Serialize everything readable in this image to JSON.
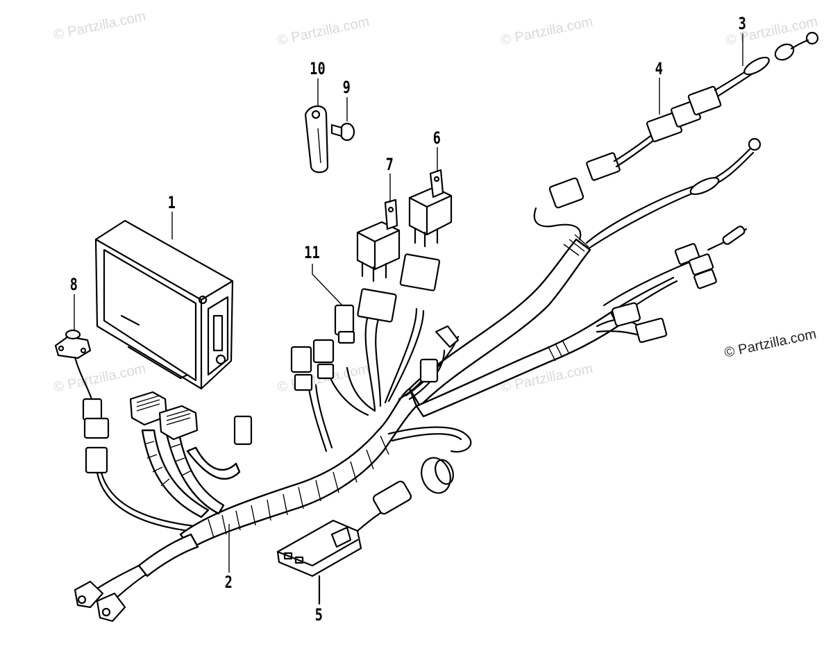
{
  "watermarks": {
    "text": "© Partzilla.com",
    "main": "© Partzilla.com"
  },
  "callouts": {
    "c1": "1",
    "c2": "2",
    "c3": "3",
    "c4": "4",
    "c5": "5",
    "c6": "6",
    "c7": "7",
    "c8": "8",
    "c9": "9",
    "c10": "10",
    "c11": "11"
  }
}
